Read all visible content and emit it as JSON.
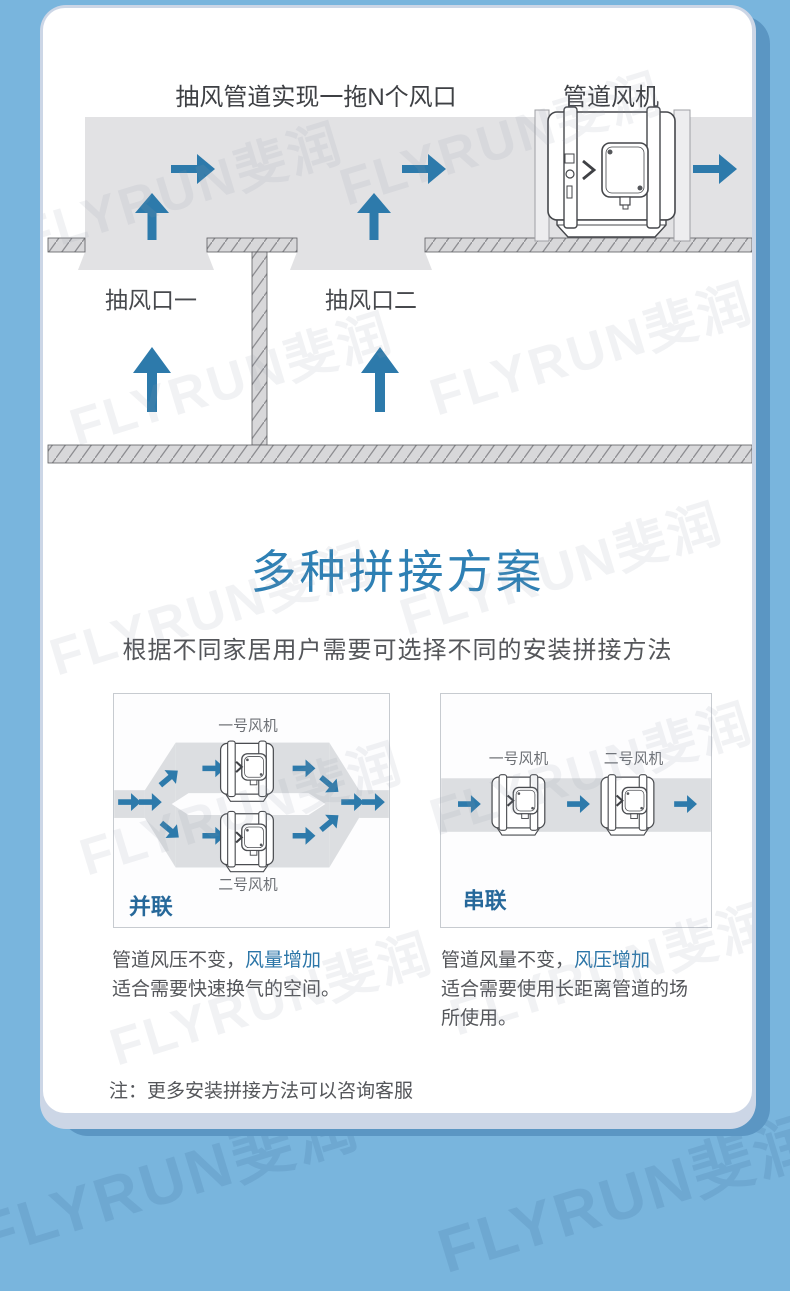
{
  "watermark": "FLYRUN斐润",
  "colors": {
    "background": "#79b5dd",
    "card": "#ffffff",
    "accent_blue": "#2d7aab",
    "title_blue": "#2e80b4",
    "mode_label_blue": "#26689a",
    "duct_gray": "#e2e2e4",
    "text_gray": "#54565a"
  },
  "top_diagram": {
    "title": "抽风管道实现一拖N个风口",
    "fan_label": "管道风机",
    "vent1_label": "抽风口一",
    "vent2_label": "抽风口二"
  },
  "section": {
    "title": "多种拼接方案",
    "subtitle": "根据不同家居用户需要可选择不同的安装拼接方法"
  },
  "parallel_panel": {
    "fan1_label": "一号风机",
    "fan2_label": "二号风机",
    "mode_label": "并联",
    "desc_normal": "管道风压不变，",
    "desc_highlight": "风量增加",
    "desc_line2": "适合需要快速换气的空间。"
  },
  "serial_panel": {
    "fan1_label": "一号风机",
    "fan2_label": "二号风机",
    "mode_label": "串联",
    "desc_normal": "管道风量不变，",
    "desc_highlight": "风压增加",
    "desc_line2": "适合需要使用长距离管道的场所使用。"
  },
  "note": "注：更多安装拼接方法可以咨询客服"
}
